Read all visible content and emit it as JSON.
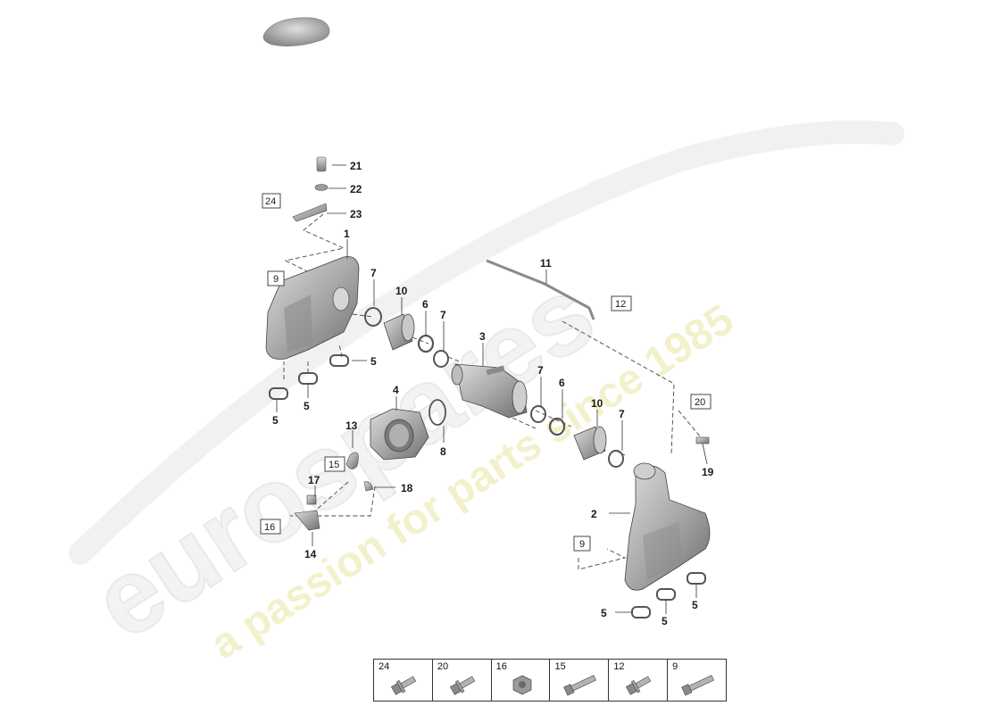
{
  "watermark": {
    "brand": "eurospares",
    "tagline": "a passion for parts since 1985"
  },
  "callouts": [
    "21",
    "22",
    "23",
    "1",
    "7",
    "10",
    "6",
    "7",
    "3",
    "7",
    "6",
    "10",
    "7",
    "4",
    "8",
    "13",
    "17",
    "18",
    "14",
    "2",
    "5",
    "5",
    "5",
    "5",
    "5",
    "5",
    "11",
    "19"
  ],
  "boxed": [
    "24",
    "9",
    "12",
    "20",
    "15",
    "16",
    "9"
  ],
  "legend": [
    {
      "num": "24",
      "icon": "flange-bolt-icon"
    },
    {
      "num": "20",
      "icon": "flange-bolt-icon"
    },
    {
      "num": "16",
      "icon": "nut-icon"
    },
    {
      "num": "15",
      "icon": "long-bolt-icon"
    },
    {
      "num": "12",
      "icon": "flange-bolt-icon"
    },
    {
      "num": "9",
      "icon": "long-bolt-icon"
    }
  ]
}
